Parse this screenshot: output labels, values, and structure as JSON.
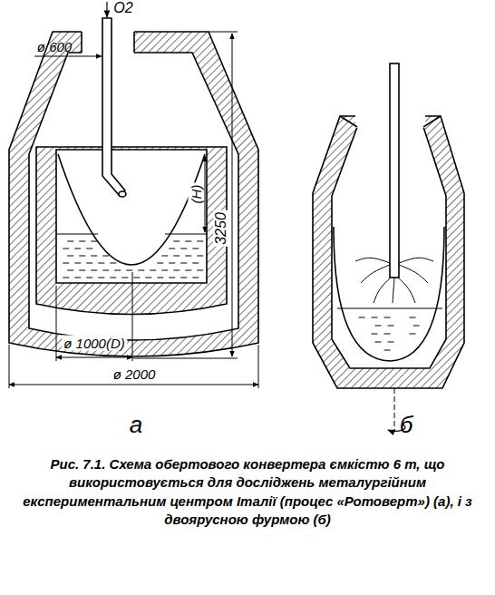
{
  "diagram": {
    "caption": "Рис. 7.1. Схема обертового конвертера ємкістю 6 т, що використовується для досліджень металургійним експериментальним центром Італії (процес «Ротоверт») (а), і з двоярусною фурмою (б)",
    "labels": [
      "O2",
      "ø 600",
      "(H)",
      "3250",
      "ø 1000(D)",
      "ø 2000",
      "а",
      "б"
    ]
  }
}
